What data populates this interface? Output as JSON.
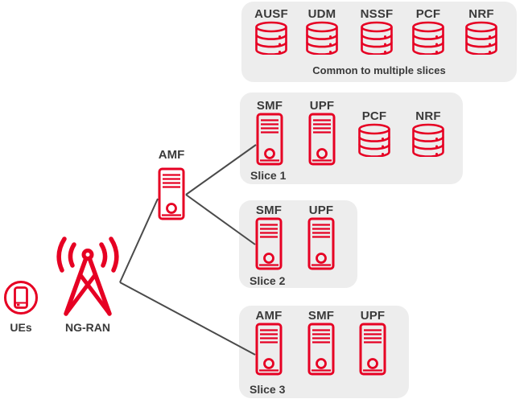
{
  "colors": {
    "red": "#e60023",
    "box_bg": "#ededed",
    "text": "#3a3a3a",
    "line": "#4a4a4a"
  },
  "access": {
    "ues_label": "UEs",
    "ngran_label": "NG-RAN"
  },
  "core": {
    "amf_label": "AMF"
  },
  "common_box": {
    "items": [
      "AUSF",
      "UDM",
      "NSSF",
      "PCF",
      "NRF"
    ],
    "caption": "Common to multiple slices"
  },
  "slices": [
    {
      "name": "Slice 1",
      "servers": [
        "SMF",
        "UPF"
      ],
      "databases": [
        "PCF",
        "NRF"
      ]
    },
    {
      "name": "Slice 2",
      "servers": [
        "SMF",
        "UPF"
      ],
      "databases": []
    },
    {
      "name": "Slice 3",
      "servers": [
        "AMF",
        "SMF",
        "UPF"
      ],
      "databases": []
    }
  ]
}
